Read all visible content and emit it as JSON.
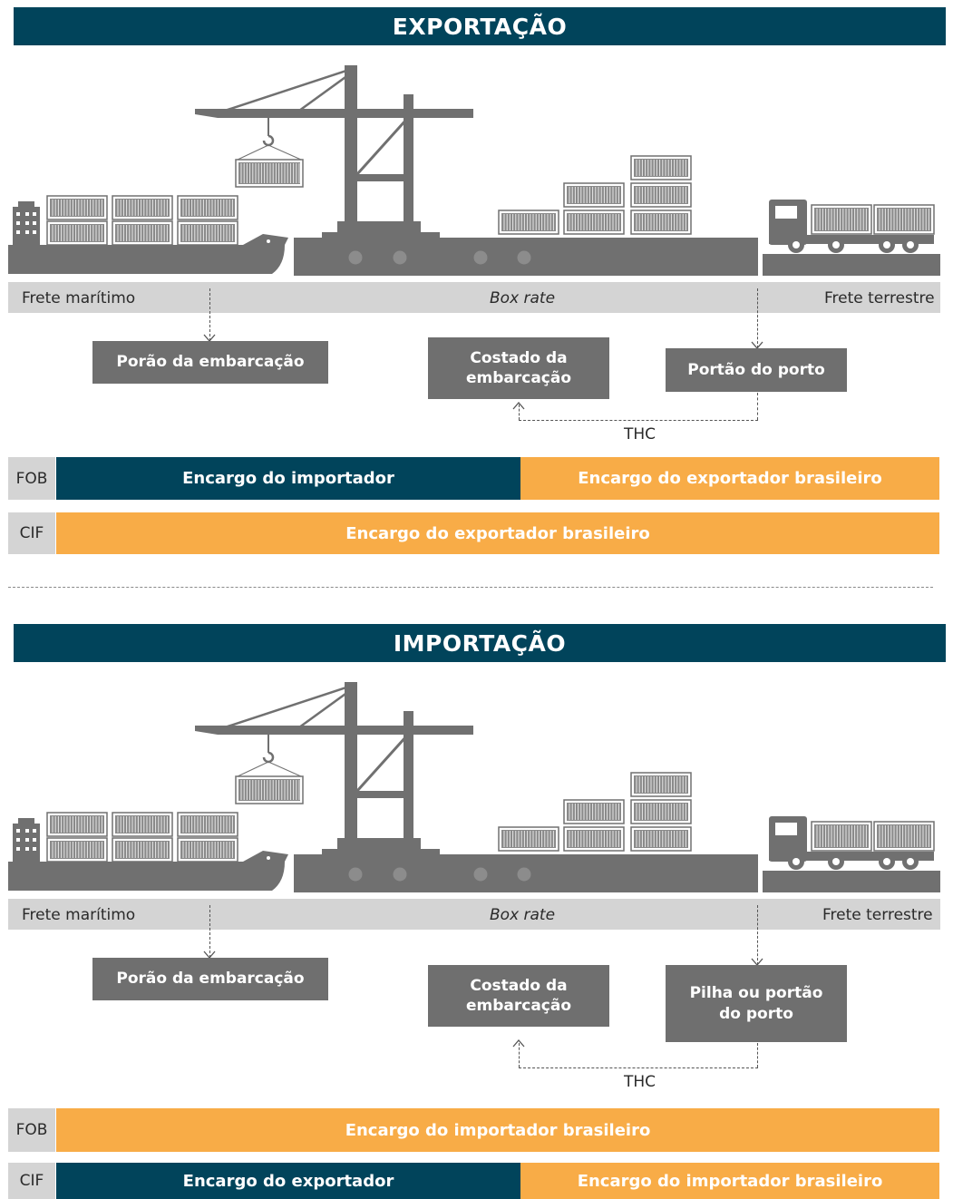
{
  "export": {
    "title": "EXPORTAÇÃO",
    "strip": {
      "left": "Frete marítimo",
      "center": "Box rate",
      "right": "Frete terrestre"
    },
    "boxes": {
      "hold": "Porão da embarcação",
      "side_line1": "Costado da",
      "side_line2": "embarcação",
      "port_line1": "Portão do porto",
      "port_line2": ""
    },
    "thc": "THC",
    "rows": [
      {
        "label": "FOB",
        "segments": [
          {
            "text": "Encargo do importador",
            "color": "#01445b"
          },
          {
            "text": "Encargo do exportador brasileiro",
            "color": "#f8ac47"
          }
        ]
      },
      {
        "label": "CIF",
        "segments": [
          {
            "text": "Encargo do exportador brasileiro",
            "color": "#f8ac47"
          }
        ]
      }
    ]
  },
  "import": {
    "title": "IMPORTAÇÃO",
    "strip": {
      "left": "Frete marítimo",
      "center": "Box rate",
      "right": "Frete terrestre"
    },
    "boxes": {
      "hold": "Porão da embarcação",
      "side_line1": "Costado da",
      "side_line2": "embarcação",
      "port_line1": "Pilha ou portão",
      "port_line2": "do porto"
    },
    "thc": "THC",
    "rows": [
      {
        "label": "FOB",
        "segments": [
          {
            "text": "Encargo do importador brasileiro",
            "color": "#f8ac47"
          }
        ]
      },
      {
        "label": "CIF",
        "segments": [
          {
            "text": "Encargo do exportador",
            "color": "#01445b"
          },
          {
            "text": "Encargo do importador brasileiro",
            "color": "#f8ac47"
          }
        ]
      }
    ]
  },
  "icons": [
    "ship-icon",
    "crane-icon",
    "container-icon",
    "truck-icon",
    "quay-icon"
  ]
}
